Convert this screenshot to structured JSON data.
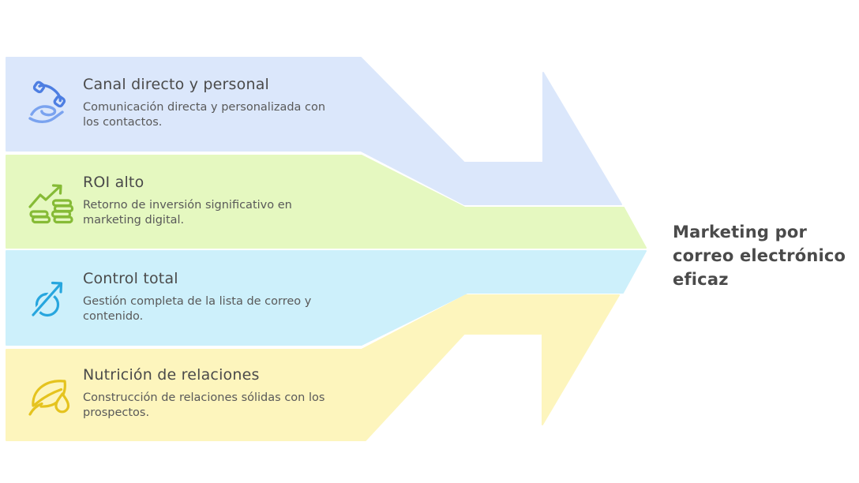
{
  "diagram": {
    "type": "converging-arrow",
    "text_color": "#4a4a4a",
    "description_color": "#595959",
    "result": {
      "title": "Marketing por correo electrónico eficaz",
      "title_lines": [
        "Marketing por",
        "correo electrónico",
        "eficaz"
      ]
    },
    "sections": [
      {
        "title": "Canal directo y personal",
        "description": "Comunicación directa y personalizada con los contactos.",
        "description_lines": [
          "Comunicación directa y personalizada con",
          "los contactos."
        ],
        "band_color": "#dbe7fb",
        "icon": "phone-in-hand-icon",
        "icon_color": "#4d7ee2",
        "icon_color_secondary": "#7aa3ef"
      },
      {
        "title": "ROI alto",
        "description": "Retorno de inversión significativo en marketing digital.",
        "description_lines": [
          "Retorno de inversión significativo en",
          "marketing digital."
        ],
        "band_color": "#e5f8c0",
        "icon": "growth-chart-coins-icon",
        "icon_color": "#86bb36"
      },
      {
        "title": "Control total",
        "description": "Gestión completa de la lista de correo y contenido.",
        "description_lines": [
          "Gestión completa de la lista de correo y",
          "contenido."
        ],
        "band_color": "#cdf0fb",
        "icon": "orbit-arrow-icon",
        "icon_color": "#27a6de"
      },
      {
        "title": "Nutrición de relaciones",
        "description": "Construcción de relaciones sólidas con los prospectos.",
        "description_lines": [
          "Construcción de relaciones sólidas con los",
          "prospectos."
        ],
        "band_color": "#fdf5bd",
        "icon": "leaf-droplet-icon",
        "icon_color": "#e5c31e"
      }
    ]
  }
}
